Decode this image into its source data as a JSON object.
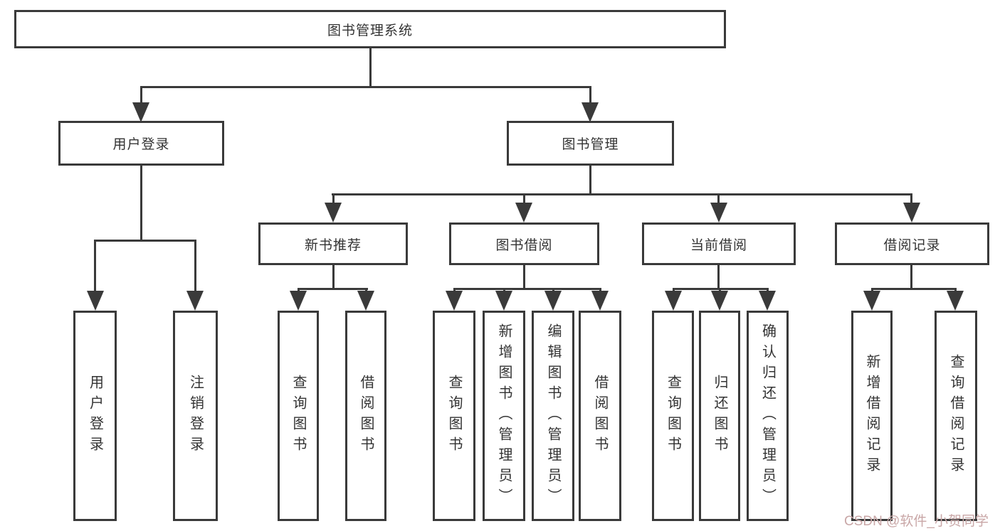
{
  "tree": {
    "root": {
      "label": "图书管理系统"
    },
    "branches": [
      {
        "label": "用户登录",
        "children": [
          {
            "label": "用户登录"
          },
          {
            "label": "注销登录"
          }
        ]
      },
      {
        "label": "图书管理",
        "children": [
          {
            "label": "新书推荐",
            "children": [
              {
                "label": "查询图书"
              },
              {
                "label": "借阅图书"
              }
            ]
          },
          {
            "label": "图书借阅",
            "children": [
              {
                "label": "查询图书"
              },
              {
                "label": "新增图书（管理员）"
              },
              {
                "label": "编辑图书（管理员）"
              },
              {
                "label": "借阅图书"
              }
            ]
          },
          {
            "label": "当前借阅",
            "children": [
              {
                "label": "查询图书"
              },
              {
                "label": "归还图书"
              },
              {
                "label": "确认归还（管理员）"
              }
            ]
          },
          {
            "label": "借阅记录",
            "children": [
              {
                "label": "新增借阅记录"
              },
              {
                "label": "查询借阅记录"
              }
            ]
          }
        ]
      }
    ]
  },
  "watermark": {
    "text": "CSDN @软件_小贺同学"
  },
  "colors": {
    "line": "#3a3a3a",
    "text": "#333333",
    "background": "#ffffff",
    "box_fill": "#ffffff",
    "watermark": "#c9a7a7"
  }
}
